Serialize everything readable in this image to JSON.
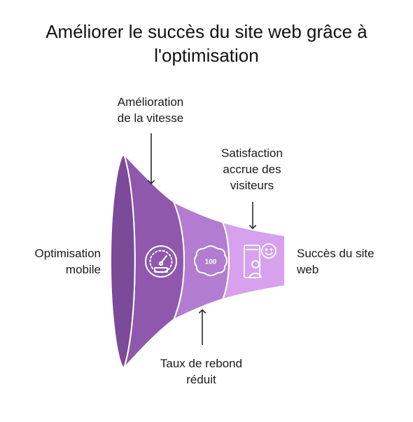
{
  "title": {
    "line1": "Améliorer le succès du site web grâce à",
    "line2": "l'optimisation"
  },
  "stages": [
    {
      "label_lines": [
        "Optimisation",
        "mobile"
      ],
      "color": "#7b4a98",
      "icon": "none"
    },
    {
      "label_lines": [
        "Amélioration",
        "de la vitesse"
      ],
      "color": "#8f58ad",
      "icon": "speedometer-icon"
    },
    {
      "label_lines": [
        "Taux de rebond",
        "réduit"
      ],
      "color": "#b27dd0",
      "icon": "score-badge-icon",
      "icon_text": "100"
    },
    {
      "label_lines": [
        "Satisfaction",
        "accrue des",
        "visiteurs"
      ],
      "color": "#d7a1ee",
      "icon": "happy-user-icon"
    }
  ],
  "end_label_lines": [
    "Succès du site",
    "web"
  ],
  "colors": {
    "arrow": "#2a2a2a",
    "separator": "#ffffff",
    "icon_stroke": "#ffffff"
  }
}
